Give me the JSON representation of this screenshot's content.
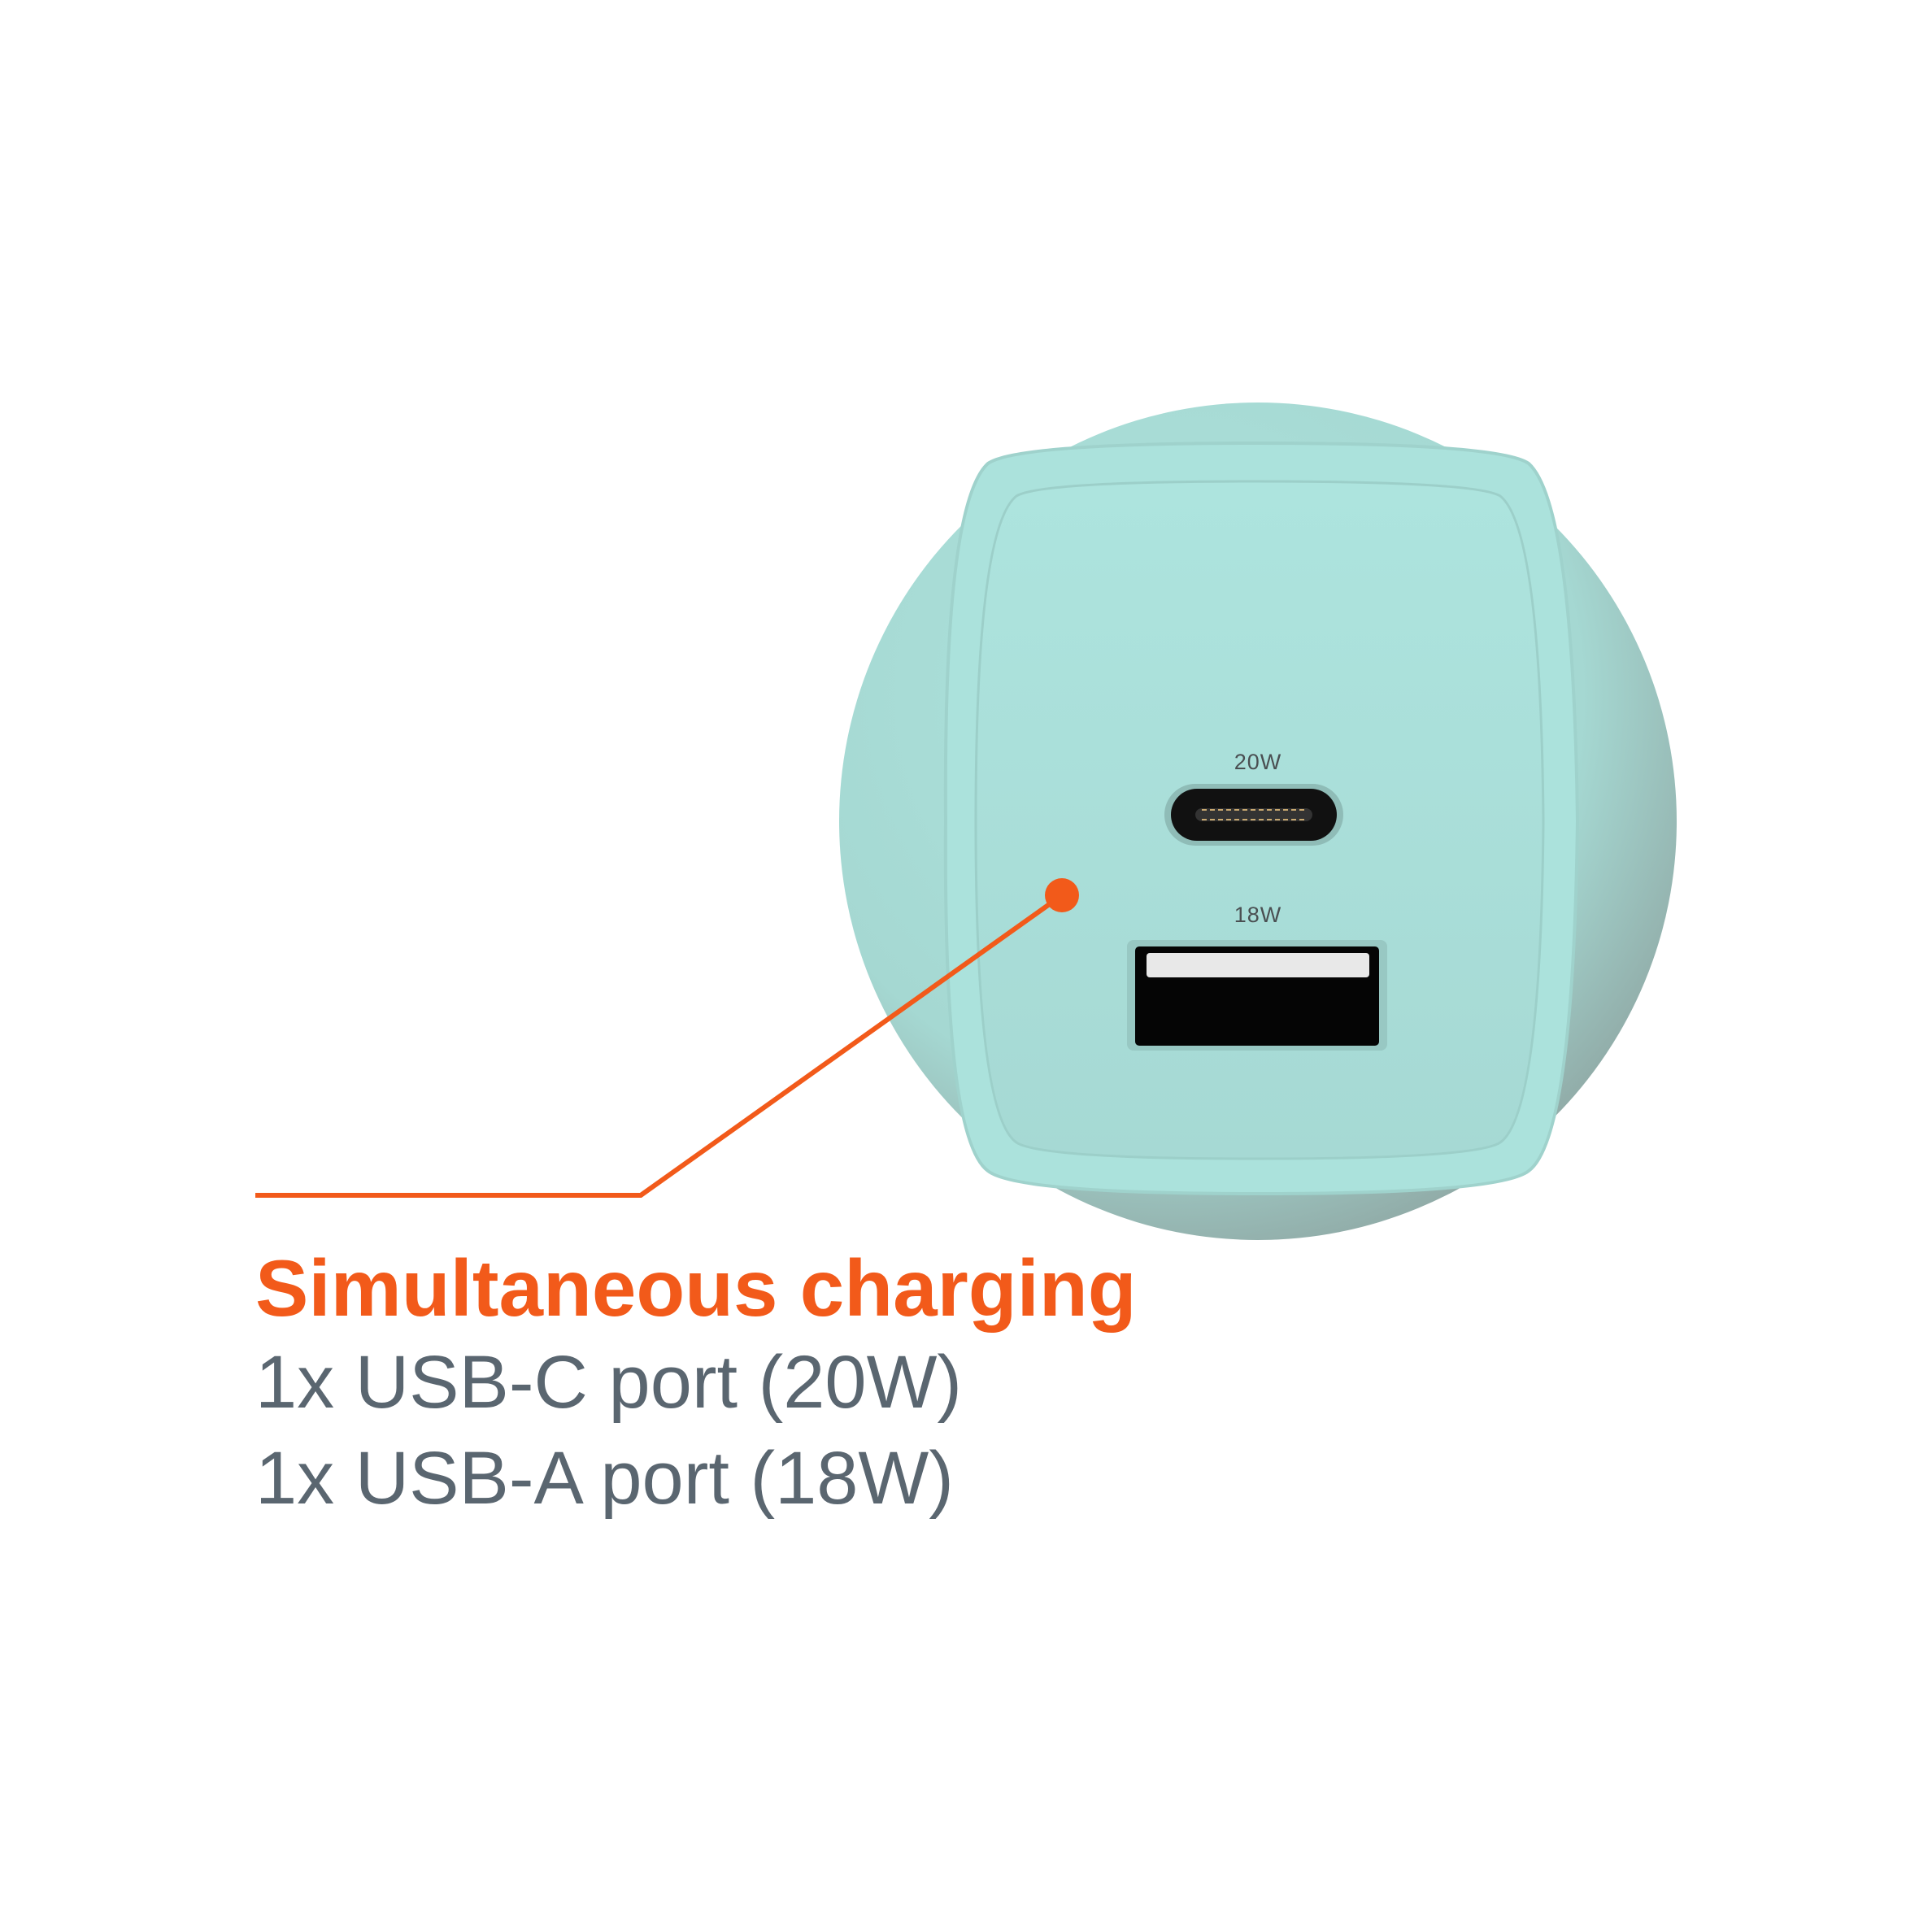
{
  "callout": {
    "title": "Simultaneous charging",
    "specs": [
      "1x USB-C port (20W)",
      "1x USB-A port (18W)"
    ]
  },
  "device": {
    "usb_c_label": "20W",
    "usb_a_label": "18W"
  },
  "colors": {
    "accent": "#f25a1a",
    "body_text": "#5a6670",
    "device": "#a9ddd7"
  }
}
